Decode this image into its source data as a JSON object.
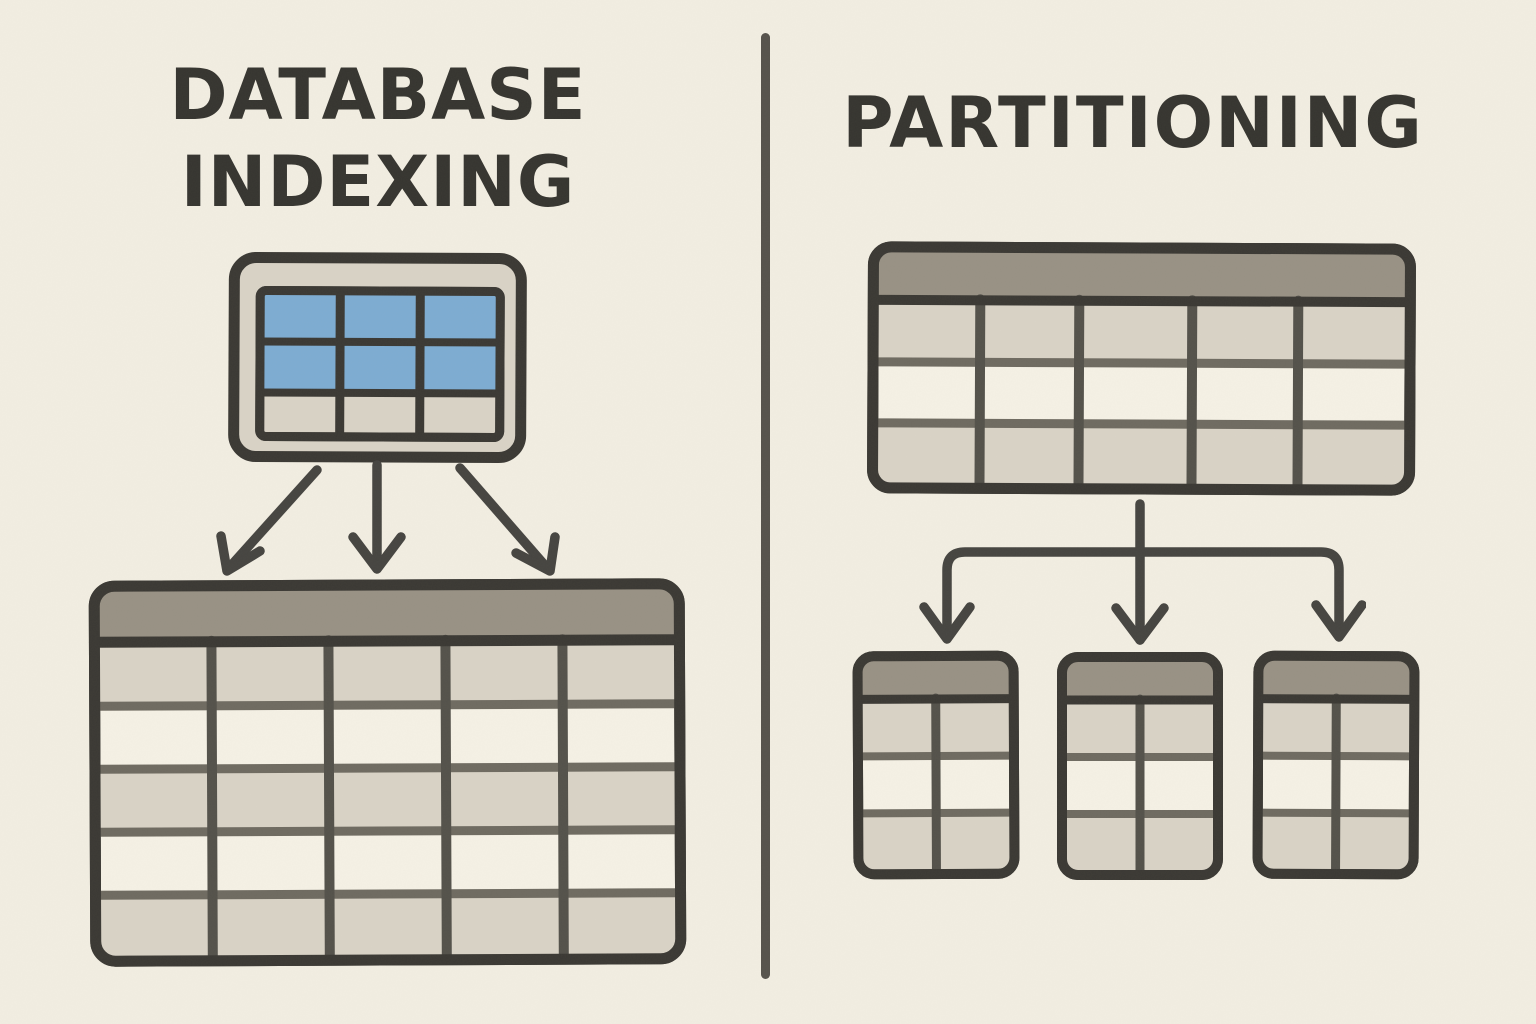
{
  "page": {
    "kind": "hand-drawn comparison illustration",
    "background": "#f2eee2",
    "divider_present": true
  },
  "colors": {
    "bg": "#f2eee2",
    "ink": "#3a3833",
    "title_ink": "#35342f",
    "header_fill": "#989184",
    "cell_light": "#d9d3c6",
    "cell_cream": "#f5f1e5",
    "row_line": "#6e6a60",
    "col_line": "#53514a",
    "blue_highlight": "#7dacd2",
    "arrow": "#454440",
    "divider": "#55524b"
  },
  "left_panel": {
    "title_line1": "DATABASE",
    "title_line2": "INDEXING",
    "index_table": {
      "rows": 3,
      "columns": 3,
      "highlighted_rows": 2,
      "highlight_color": "#7dacd2",
      "framed": true
    },
    "arrow_count": 3,
    "main_table": {
      "header_rows": 1,
      "data_rows": 5,
      "columns": 5
    }
  },
  "right_panel": {
    "title": "PARTITIONING",
    "source_table": {
      "header_rows": 1,
      "data_rows": 3,
      "columns": 5
    },
    "arrow_count": 3,
    "partition_tables": [
      {
        "header_rows": 1,
        "data_rows": 3,
        "columns": 2
      },
      {
        "header_rows": 1,
        "data_rows": 3,
        "columns": 2
      },
      {
        "header_rows": 1,
        "data_rows": 3,
        "columns": 2
      }
    ]
  }
}
